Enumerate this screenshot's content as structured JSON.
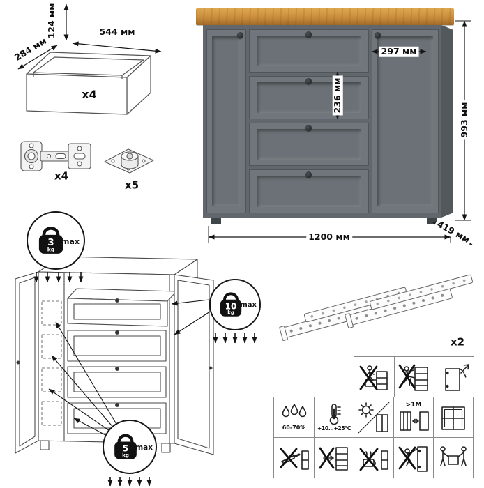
{
  "drawer_box": {
    "height_label": "124 мм",
    "width_label": "544 мм",
    "depth_label": "284 мм",
    "count": "x4"
  },
  "hardware": {
    "hinge_count": "x4",
    "foot_count": "x5"
  },
  "slides": {
    "count": "x2"
  },
  "product": {
    "width_label": "1200 мм",
    "height_label": "993 мм",
    "depth_label": "419 мм",
    "door_width_label": "297 мм",
    "drawer_height_label": "236 мм"
  },
  "load_limits": {
    "top_surface": {
      "value": "3",
      "unit": "kg",
      "suffix": "max"
    },
    "drawer": {
      "value": "10",
      "unit": "kg",
      "suffix": "max"
    },
    "lower_drawers": {
      "value": "5",
      "unit": "kg",
      "suffix": "max"
    }
  },
  "care": {
    "humidity": "60-70%",
    "temperature": "+10...+25°C",
    "heat_distance": ">1M"
  },
  "pictograms": {
    "warnings": [
      "no-standing-on-open-drawers",
      "no-climbing-on-furniture",
      "door-adjustment-arrow"
    ],
    "conditions": [
      "humidity-range",
      "temperature-range",
      "avoid-direct-sunlight",
      "min-distance-from-heat-source",
      "ventilated-room"
    ],
    "handling": [
      "no-sharp-objects",
      "no-pushing-dragging",
      "no-hot-objects",
      "no-hanging-on-doors",
      "two-person-carry"
    ]
  },
  "colors": {
    "carcass": "#61676c",
    "front": "#70767b",
    "panel": "#6b7176",
    "side": "#53585c",
    "top_light": "#dfa750",
    "top_mid": "#c98c3c",
    "top_dark": "#a06a27",
    "knob": "#1c1f21"
  }
}
